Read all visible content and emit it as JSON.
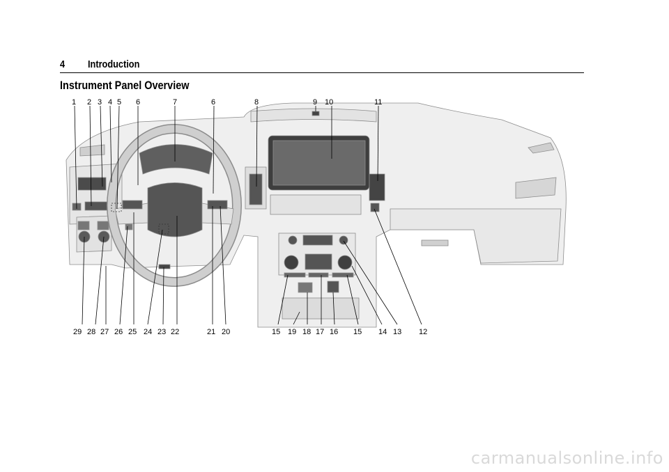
{
  "header": {
    "page_number": "4",
    "chapter": "Introduction"
  },
  "section_title": "Instrument Panel Overview",
  "callouts_top": [
    "1",
    "2",
    "3",
    "4",
    "5",
    "6",
    "7",
    "6",
    "8",
    "9",
    "10",
    "11"
  ],
  "callouts_bottom": [
    "29",
    "28",
    "27",
    "26",
    "25",
    "24",
    "23",
    "22",
    "21",
    "20",
    "15",
    "19",
    "18",
    "17",
    "16",
    "15",
    "14",
    "13",
    "12"
  ],
  "watermark": "carmanualsonline.info"
}
